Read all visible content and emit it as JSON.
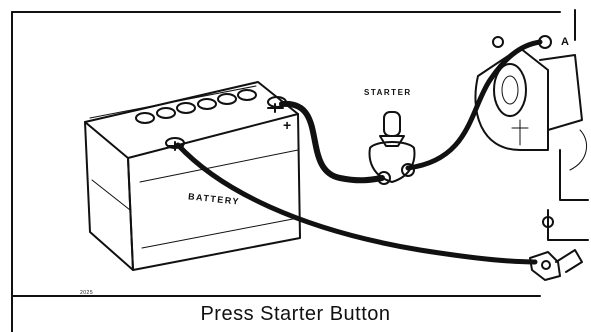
{
  "figure": {
    "labels": {
      "starter": "STARTER",
      "battery": "BATTERY",
      "terminal": "A",
      "figure_code": "2025"
    },
    "caption": "Press Starter Button"
  },
  "colors": {
    "ink": "#111111",
    "background": "#ffffff"
  }
}
